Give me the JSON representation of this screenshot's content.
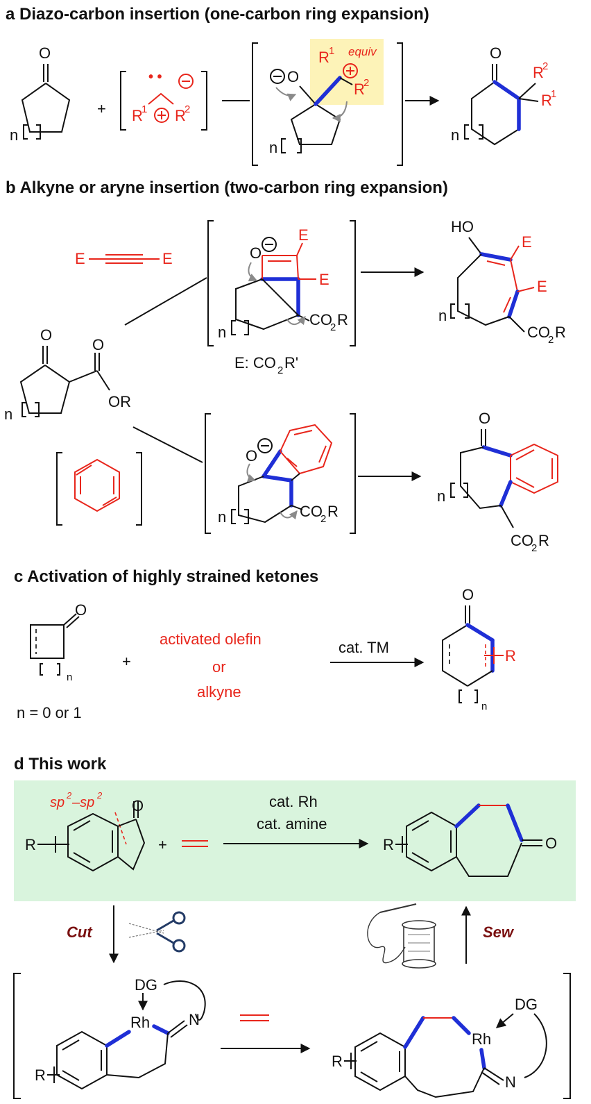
{
  "sections": {
    "a": {
      "title": "a Diazo-carbon insertion (one-carbon ring expansion)"
    },
    "b": {
      "title": "b Alkyne or aryne insertion (two-carbon ring expansion)"
    },
    "c": {
      "title": "c Activation of highly strained ketones"
    },
    "d": {
      "title": "d This work"
    }
  },
  "labels": {
    "O": "O",
    "HO": "HO",
    "n": "n",
    "plus": "+",
    "R": "R",
    "E": "E",
    "R1": "R",
    "sup1": "1",
    "R2": "R",
    "sup2": "2",
    "equiv": "equiv",
    "CO2R_a": "CO",
    "CO2R_sub": "2",
    "CO2R_b": "R",
    "OR": "OR",
    "E_def": "E: CO",
    "E_def_sub": "2",
    "E_def_end": "R'",
    "activated_olefin": "activated olefin",
    "or": "or",
    "alkyne": "alkyne",
    "cat_tm": "cat. TM",
    "n_values": "n = 0 or 1",
    "sp2sp2_a": "sp",
    "sp2sp2_sup1": "2",
    "sp2sp2_b": "–sp",
    "sp2sp2_sup2": "2",
    "cat_rh": "cat. Rh",
    "cat_amine": "cat. amine",
    "cut": "Cut",
    "sew": "Sew",
    "DG": "DG",
    "Rh": "Rh",
    "N": "N"
  },
  "colors": {
    "red": "#e8261c",
    "blue": "#1f2fd6",
    "green_box": "#d9f4dd",
    "yellow_box": "#fdf3b8",
    "cut_sew": "#7a1010"
  },
  "icons": [
    "scissors-icon",
    "needle-thread-icon"
  ]
}
